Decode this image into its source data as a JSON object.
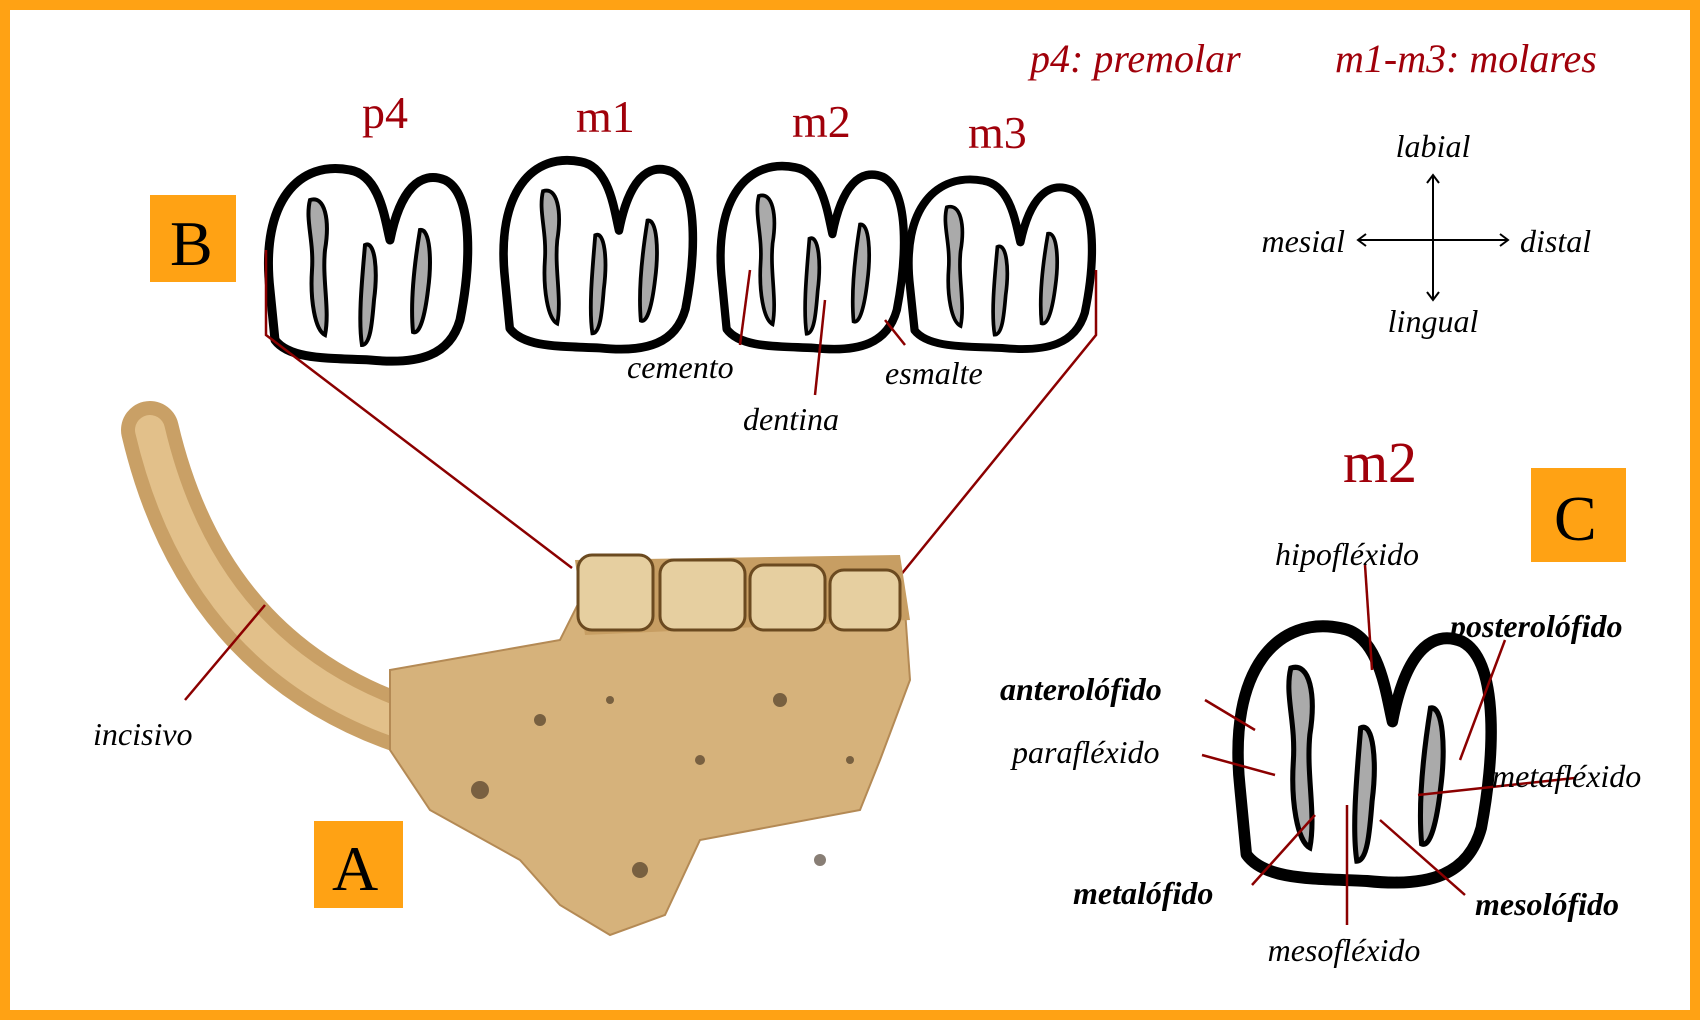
{
  "legend": {
    "premolar": "p4: premolar",
    "molares": "m1-m3: molares"
  },
  "teeth_labels": [
    "p4",
    "m1",
    "m2",
    "m3"
  ],
  "panels": {
    "a": "A",
    "b": "B",
    "c": "C"
  },
  "orientation": {
    "up": "labial",
    "down": "lingual",
    "left": "mesial",
    "right": "distal"
  },
  "tissue_labels": {
    "cemento": "cemento",
    "dentina": "dentina",
    "esmalte": "esmalte"
  },
  "jaw_labels": {
    "incisivo": "incisivo"
  },
  "detail": {
    "title": "m2",
    "hipoflexido": "hipofléxido",
    "posterolofido": "posterolófido",
    "anterolofido": "anterolófido",
    "paraflexido": "parafléxido",
    "metaflexido": "metafléxido",
    "metalofido": "metalófido",
    "mesolofido": "mesolófido",
    "mesoflexido": "mesofléxido"
  },
  "colors": {
    "border": "#FFA214",
    "label_red": "#A0000A",
    "bone": "#D8B27A"
  }
}
